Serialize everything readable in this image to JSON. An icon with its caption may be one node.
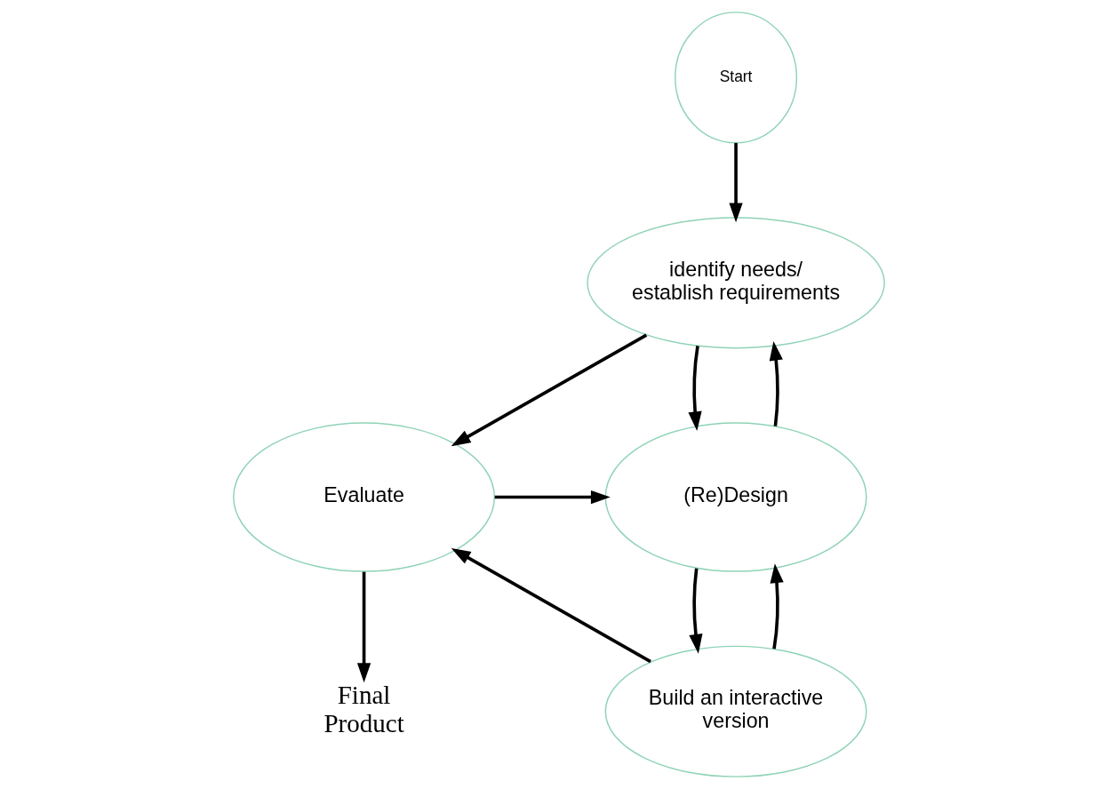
{
  "diagram": {
    "nodes": [
      {
        "text": [
          "Start"
        ]
      },
      {
        "text": [
          "identify needs/ establish requirements"
        ]
      },
      {
        "text": [
          "(Re)Design"
        ]
      },
      {
        "text": [
          "Evaluate"
        ]
      },
      {
        "text": [
          "Build an interactive version"
        ]
      },
      {
        "text": [
          "Final Product"
        ]
      }
    ],
    "edges": [
      {
        "from": 0,
        "to": 1,
        "arrow": "to"
      },
      {
        "from": 1,
        "to": 2,
        "arrow": "to"
      },
      {
        "from": 2,
        "to": 1,
        "arrow": "to"
      },
      {
        "from": 1,
        "to": 3,
        "arrow": "to"
      },
      {
        "from": 3,
        "to": 2,
        "arrow": "to"
      },
      {
        "from": 4,
        "to": 2,
        "arrow": "to"
      },
      {
        "from": 2,
        "to": 4,
        "arrow": "to"
      },
      {
        "from": 4,
        "to": 3,
        "arrow": "to"
      },
      {
        "from": 3,
        "to": 5,
        "arrow": "to"
      }
    ]
  }
}
